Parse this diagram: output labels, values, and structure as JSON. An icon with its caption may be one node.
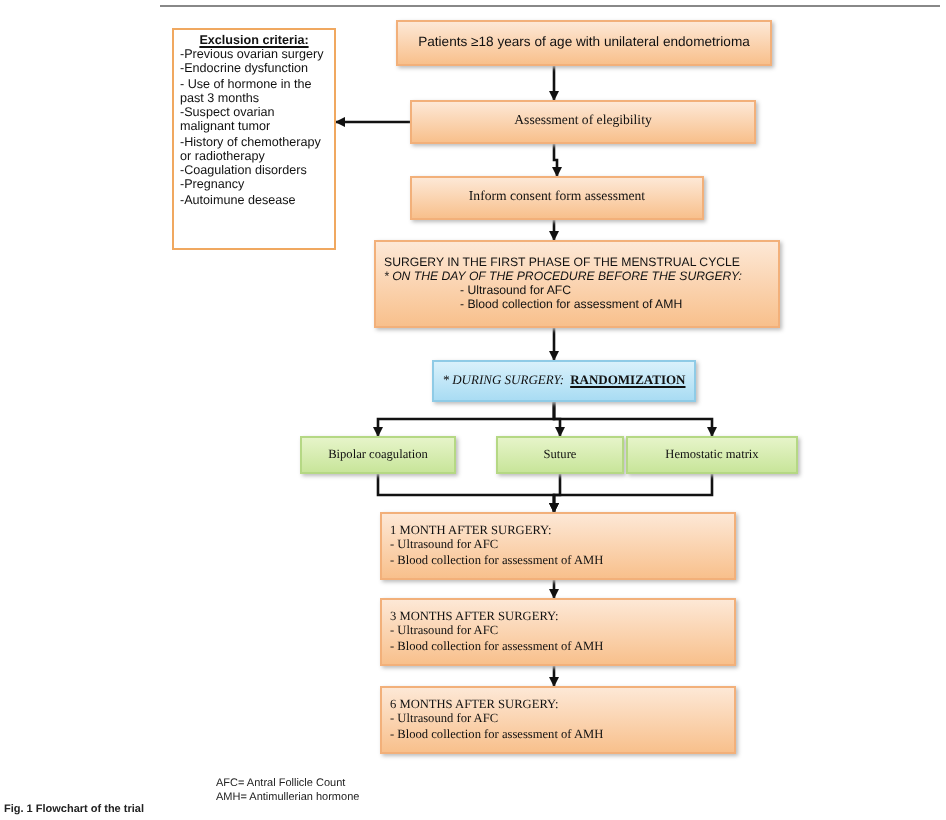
{
  "diagram": {
    "caption": "Fig. 1 Flowchart of the trial",
    "nodes": [
      {
        "text": [
          "Exclusion criteria:",
          "-Previous ovarian surgery",
          "-Endocrine dysfunction",
          "- Use of hormone in the past 3 months",
          "-Suspect ovarian malignant tumor",
          "-History of chemotherapy or radiotherapy",
          "-Coagulation disorders",
          "-Pregnancy",
          "-Autoimune desease"
        ]
      },
      {
        "text": [
          "Patients ≥18 years of age with unilateral endometrioma"
        ]
      },
      {
        "text": [
          "Assessment of elegibility"
        ]
      },
      {
        "text": [
          "Inform consent form assessment"
        ]
      },
      {
        "text": [
          "SURGERY IN THE FIRST PHASE OF THE MENSTRUAL CYCLE",
          "* ON THE DAY OF THE PROCEDURE BEFORE THE SURGERY:",
          "- Ultrasound for AFC",
          "- Blood collection for assessment of AMH"
        ]
      },
      {
        "text": [
          "* DURING SURGERY:",
          "RANDOMIZATION"
        ]
      },
      {
        "text": [
          "Bipolar coagulation"
        ]
      },
      {
        "text": [
          "Suture"
        ]
      },
      {
        "text": [
          "Hemostatic matrix"
        ]
      },
      {
        "text": [
          "1 MONTH AFTER SURGERY:",
          "- Ultrasound for AFC",
          "- Blood collection for assessment of AMH"
        ]
      },
      {
        "text": [
          "3 MONTHS AFTER SURGERY:",
          "- Ultrasound for AFC",
          "- Blood collection for assessment of AMH"
        ]
      },
      {
        "text": [
          "6 MONTHS AFTER SURGERY:",
          "- Ultrasound for AFC",
          "- Blood collection for assessment of AMH"
        ]
      }
    ],
    "edges": [
      {
        "from": 1,
        "to": 2,
        "arrow": "to"
      },
      {
        "from": 2,
        "to": 0,
        "arrow": "to"
      },
      {
        "from": 2,
        "to": 3,
        "arrow": "to"
      },
      {
        "from": 3,
        "to": 4,
        "arrow": "to"
      },
      {
        "from": 4,
        "to": 5,
        "arrow": "to"
      },
      {
        "from": 5,
        "to": 6,
        "arrow": "to"
      },
      {
        "from": 5,
        "to": 7,
        "arrow": "to"
      },
      {
        "from": 5,
        "to": 8,
        "arrow": "to"
      },
      {
        "from": 6,
        "to": 9,
        "arrow": "to"
      },
      {
        "from": 7,
        "to": 9,
        "arrow": "to"
      },
      {
        "from": 8,
        "to": 9,
        "arrow": "to"
      },
      {
        "from": 9,
        "to": 10,
        "arrow": "to"
      },
      {
        "from": 10,
        "to": 11,
        "arrow": "to"
      }
    ],
    "labels": [
      "AFC= Antral Follicle Count",
      "AMH= Antimullerian hormone"
    ]
  }
}
